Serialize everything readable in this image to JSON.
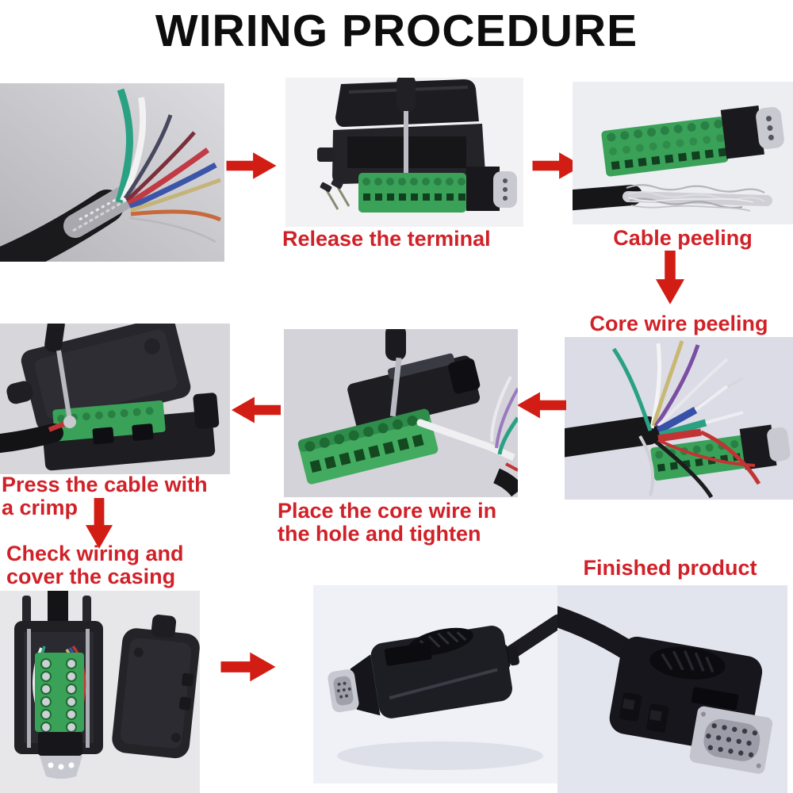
{
  "title": "WIRING PROCEDURE",
  "colors": {
    "label_red": "#d12128",
    "arrow_red": "#d21d14",
    "title_black": "#0d0d0d",
    "terminal_green": "#3aa158",
    "connector_black": "#1d1d22",
    "dsub_silver": "#c7c8d0"
  },
  "steps": {
    "strip_cable": {
      "photo": "stripped-multicore-cable"
    },
    "release_terminal": {
      "label": "Release the terminal",
      "photo": "screwdriver-releasing-terminal"
    },
    "cable_peeling": {
      "label": "Cable peeling",
      "photo": "terminal-with-peeled-braided-cable"
    },
    "core_wire_peeling": {
      "label": "Core wire peeling",
      "photo": "fanned-peeled-core-wires"
    },
    "place_core_wire": {
      "lines": [
        "Place the core wire in",
        "the hole and tighten"
      ],
      "photo": "screwdriver-tightening-core-wire"
    },
    "press_cable": {
      "lines": [
        "Press the cable with",
        "a crimp"
      ],
      "photo": "cable-crimped-in-open-casing"
    },
    "check_wiring": {
      "lines": [
        "Check wiring and",
        "cover the casing"
      ],
      "photo": "wired-connector-with-open-casing"
    },
    "finished_product": {
      "label": "Finished product",
      "photos": [
        "assembled-connector-side-view",
        "assembled-connector-front-view"
      ]
    }
  }
}
